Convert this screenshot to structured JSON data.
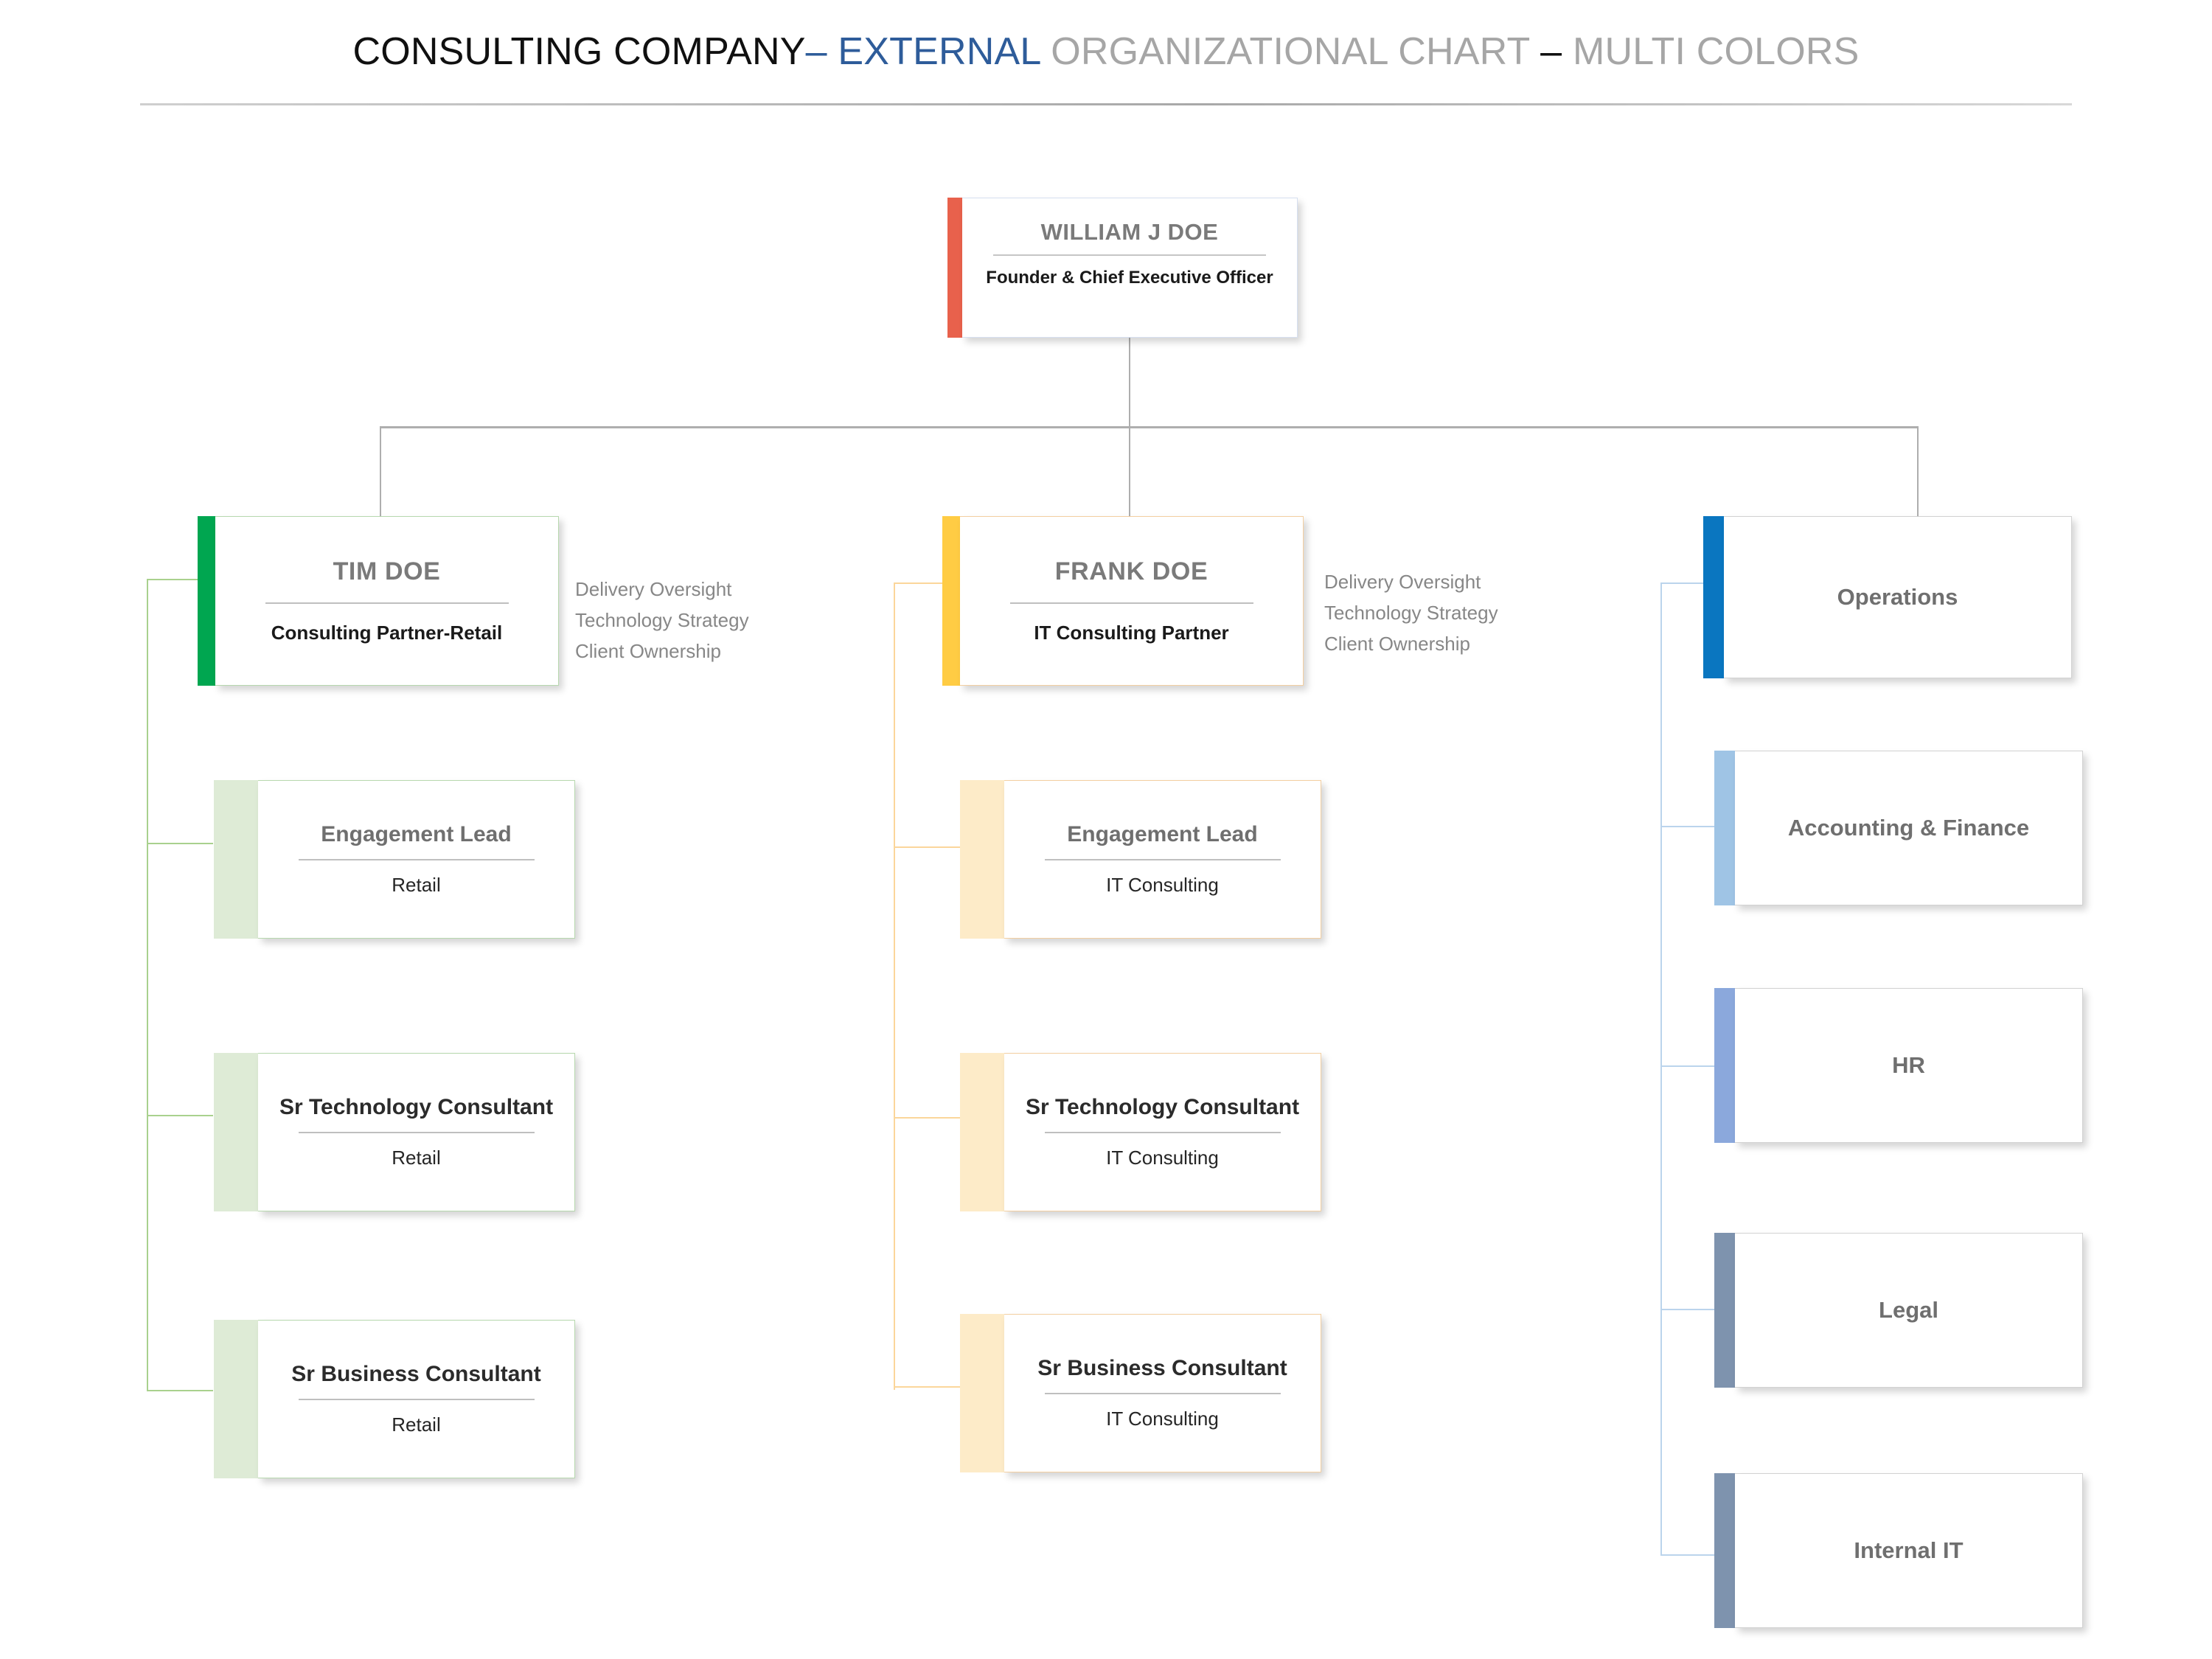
{
  "title": {
    "segments": [
      {
        "text": "CONSULTING COMPANY",
        "color": "#101010"
      },
      {
        "text": "– EXTERNAL ",
        "color": "#2E5C9A"
      },
      {
        "text": "ORGANIZATIONAL CHART ",
        "color": "#A6A6A6"
      },
      {
        "text": "– ",
        "color": "#101010"
      },
      {
        "text": "MULTI COLORS",
        "color": "#A6A6A6"
      }
    ],
    "part_company": "CONSULTING COMPANY",
    "part_external": "– EXTERNAL ",
    "part_orgchart": "ORGANIZATIONAL CHART ",
    "part_dash": "– ",
    "part_multicolors": "MULTI COLORS"
  },
  "chart_data": {
    "type": "org-chart",
    "root": {
      "name": "WILLIAM J DOE",
      "role": "Founder & Chief Executive Officer",
      "accent_color": "#E8614C"
    },
    "branches": [
      {
        "id": "retail",
        "accent_color": "#00A650",
        "connector_color": "#A9D18E",
        "head": {
          "name": "TIM DOE",
          "role": "Consulting Partner-Retail"
        },
        "annotations": [
          "Delivery Oversight",
          "Technology  Strategy",
          "Client Ownership"
        ],
        "reports": [
          {
            "title": "Engagement Lead",
            "unit": "Retail",
            "title_tone": "gray"
          },
          {
            "title": "Sr Technology Consultant",
            "unit": "Retail",
            "title_tone": "dark"
          },
          {
            "title": "Sr Business Consultant",
            "unit": "Retail",
            "title_tone": "dark"
          }
        ]
      },
      {
        "id": "it-consulting",
        "accent_color": "#FFCC44",
        "connector_color": "#FBD69B",
        "head": {
          "name": "FRANK DOE",
          "role": "IT Consulting Partner"
        },
        "annotations": [
          "Delivery Oversight",
          "Technology  Strategy",
          "Client Ownership"
        ],
        "reports": [
          {
            "title": "Engagement Lead",
            "unit": "IT Consulting",
            "title_tone": "gray"
          },
          {
            "title": "Sr Technology Consultant",
            "unit": "IT Consulting",
            "title_tone": "dark"
          },
          {
            "title": "Sr Business Consultant",
            "unit": "IT Consulting",
            "title_tone": "dark"
          }
        ]
      },
      {
        "id": "operations",
        "accent_color": "#0A76C0",
        "connector_color": "#BBD4EC",
        "head": {
          "name": "Operations",
          "role": ""
        },
        "annotations": [],
        "reports": [
          {
            "title": "Accounting & Finance",
            "unit": "",
            "accent_color": "#9FC4E5"
          },
          {
            "title": "HR",
            "unit": "",
            "accent_color": "#8BA8DC"
          },
          {
            "title": "Legal",
            "unit": "",
            "accent_color": "#7E93AE"
          },
          {
            "title": "Internal IT",
            "unit": "",
            "accent_color": "#7E93AE"
          }
        ]
      }
    ]
  },
  "nodes": {
    "ceo": {
      "name": "WILLIAM J DOE",
      "role": "Founder & Chief Executive Officer"
    },
    "tim": {
      "name": "TIM DOE",
      "role": "Consulting Partner-Retail"
    },
    "frank": {
      "name": "FRANK DOE",
      "role": "IT Consulting Partner"
    },
    "operations": {
      "name": "Operations"
    },
    "accounting": {
      "name": "Accounting & Finance"
    },
    "hr": {
      "name": "HR"
    },
    "legal": {
      "name": "Legal"
    },
    "internalit": {
      "name": "Internal IT"
    },
    "retail_engagement": {
      "name": "Engagement Lead",
      "unit": "Retail"
    },
    "retail_srtech": {
      "name": "Sr Technology Consultant",
      "unit": "Retail"
    },
    "retail_srbiz": {
      "name": "Sr Business Consultant",
      "unit": "Retail"
    },
    "it_engagement": {
      "name": "Engagement Lead",
      "unit": "IT Consulting"
    },
    "it_srtech": {
      "name": "Sr Technology Consultant",
      "unit": "IT Consulting"
    },
    "it_srbiz": {
      "name": "Sr Business Consultant",
      "unit": "IT Consulting"
    }
  },
  "annotations": {
    "tim": "Delivery Oversight\nTechnology  Strategy\nClient Ownership",
    "frank": "Delivery Oversight\nTechnology  Strategy\nClient Ownership"
  }
}
